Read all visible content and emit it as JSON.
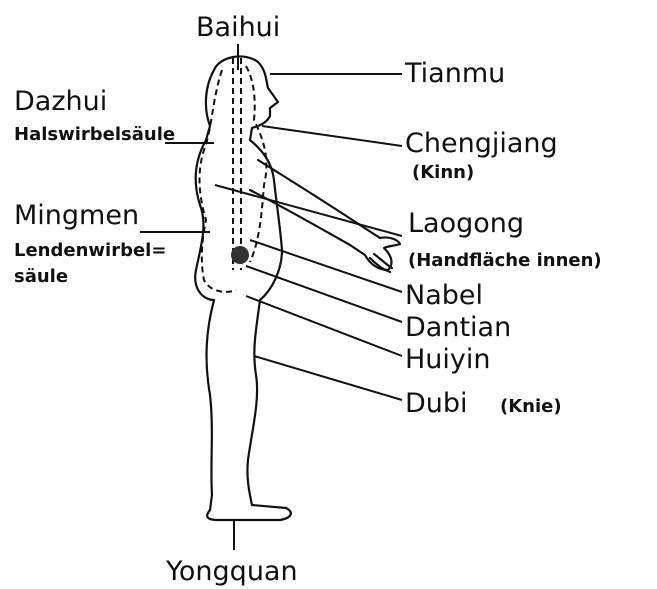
{
  "labels": {
    "baihui": "Baihui",
    "tianmu": "Tianmu",
    "dazhui": "Dazhui",
    "halswirbelsaeule": "Halswirbelsäule",
    "chengjiang": "Chengjiang",
    "kinn": "(Kinn)",
    "mingmen": "Mingmen",
    "lendenwirbel_1": "Lendenwirbel=",
    "lendenwirbel_2": "säule",
    "laogong": "Laogong",
    "handflaeche": "(Handfläche innen)",
    "nabel": "Nabel",
    "dantian": "Dantian",
    "huiyin": "Huiyin",
    "dubi": "Dubi",
    "knie": "(Knie)",
    "yongquan": "Yongquan"
  }
}
